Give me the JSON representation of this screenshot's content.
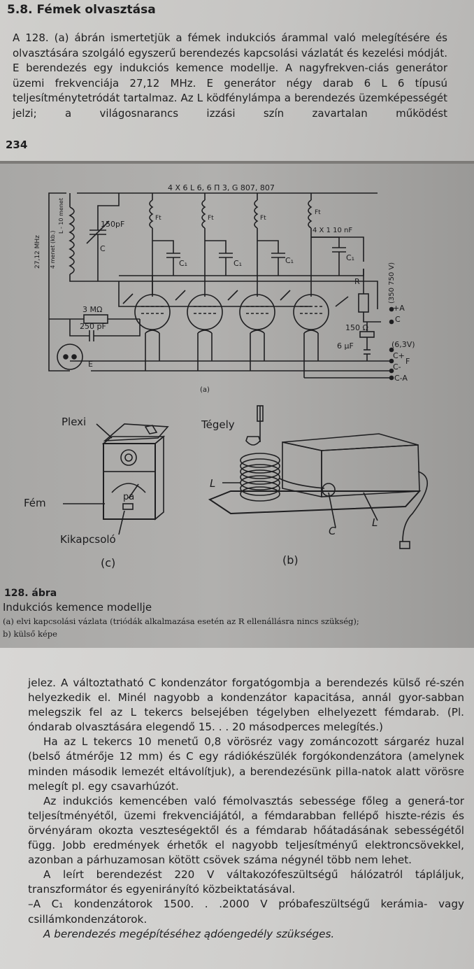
{
  "page_top": {
    "section_title": "5.8. Fémek olvasztása",
    "paragraph": "A 128. (a) ábrán ismertetjük a fémek indukciós árammal való melegítésére és olvasztására szolgáló egyszerű berendezés kapcsolási vázlatát és kezelési módját. E berendezés egy indukciós kemence modellje. A nagyfrekven-ciás generátor üzemi frekvenciája 27,12 MHz. E generátor négy darab 6 L 6 típusú teljesítménytetródát tartalmaz. Az L ködfénylámpa a berendezés üzemképességét jelzi; a világosnarancs izzási szín zavartalan működést",
    "page_number": "234"
  },
  "figure": {
    "schematic": {
      "tubes_label": "4 X 6 L 6, 6 П 3, G 807, 807",
      "freq_label": "27,12 MHz",
      "coil_label": "4 menet (kb.)",
      "coil_turns_label": "L - 10 menet",
      "cap_150": "150pF",
      "cap_C": "C",
      "resistor_3m": "3 MΩ",
      "cap_250": "250 pF",
      "choke_label": "Ft",
      "c1_label": "C₁",
      "c1_value": "4 X 1  10 nF",
      "r_label": "R",
      "voltage_label": "(350  750 V)",
      "plus_a": "+A",
      "c_term": "C",
      "r150": "150 Ω",
      "uf6": "6 µF",
      "v63": "(6,3V)",
      "c_plus": "C+",
      "f_term": "F",
      "c_minus": "C-",
      "c_minus_a": "C-A",
      "e_label": "E",
      "subfig_a": "(a)"
    },
    "outside_c": {
      "plexi": "Plexi",
      "fem": "Fém",
      "pa": "pa",
      "switch": "Kikapcsoló",
      "subfig": "(c)"
    },
    "outside_b": {
      "crucible": "Tégely",
      "l_left": "L",
      "c_label": "C",
      "l_right": "L",
      "subfig": "(b)"
    },
    "caption": {
      "number": "128. ábra",
      "title": "Indukciós kemence modellje",
      "item_a": "(a) elvi kapcsolási vázlata (triódák alkalmazása esetén az R ellenállásra nincs szükség);",
      "item_b": "b) külső képe"
    }
  },
  "page_bottom": {
    "p1": "jelez. A változtatható C kondenzátor forgatógombja a berendezés külső ré-szén helyezkedik el. Minél nagyobb a kondenzátor kapacitása, annál gyor-sabban melegszik fel az L tekercs belsejében tégelyben elhelyezett fémdarab. (Pl. óndarab olvasztására elegendő 15. . . 20 másodperces melegítés.)",
    "p2": "Ha az L tekercs 10 menetű 0,8 vörösréz vagy zománcozott sárgaréz huzal (belső átmérője 12 mm) és C egy rádiókészülék forgókondenzátora (amelynek minden második lemezét eltávolítjuk), a berendezésünk pilla-natok alatt vörösre melegít pl. egy csavarhúzót.",
    "p3": "Az indukciós kemencében való fémolvasztás sebessége főleg a generá-tor teljesítményétől, üzemi frekvenciájától, a fémdarabban fellépő hiszte-rézis és örvényáram okozta veszteségektől és a fémdarab hőátadásának sebességétől függ. Jobb eredmények érhetők el nagyobb teljesítményű elektroncsövekkel, azonban a párhuzamosan kötött csövek száma négynél több nem lehet.",
    "p4": "A leírt berendezést 220 V váltakozófeszültségű hálózatról tápláljuk, transzformátor és egyenirányító közbeiktatásával.",
    "p5": "–A C₁ kondenzátorok 1500. . .2000 V próbafeszültségű kerámia- vagy csillámkondenzátorok.",
    "p6": "A berendezés megépítéséhez ądóengedély szükséges."
  }
}
